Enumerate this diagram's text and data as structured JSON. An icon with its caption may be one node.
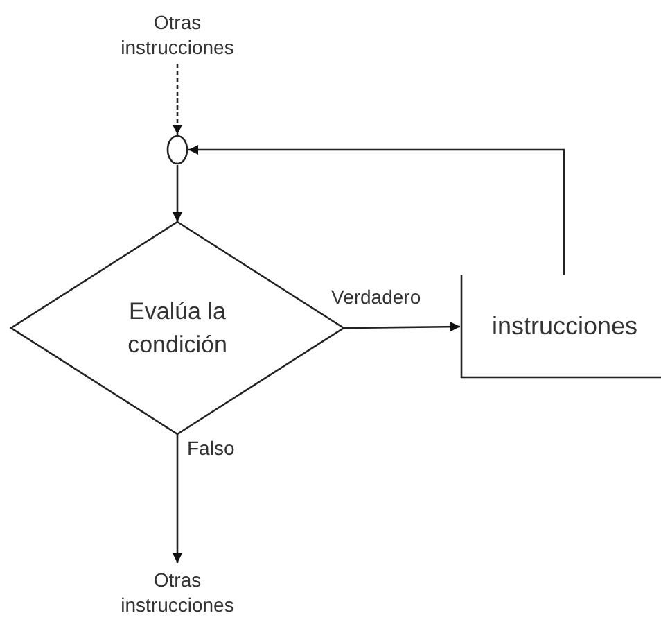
{
  "diagram": {
    "nodes": [
      {
        "text": [
          "Otras instrucciones"
        ]
      },
      {
        "text": [],
        "shape": "circle"
      },
      {
        "text": [
          "Evalúa la condición"
        ]
      },
      {
        "text": [
          "instrucciones"
        ]
      },
      {
        "text": [
          "Otras instrucciones"
        ]
      }
    ],
    "edges": [
      {
        "from": 0,
        "to": 1,
        "arrow": "to",
        "style": "dashed"
      },
      {
        "from": 1,
        "to": 2,
        "arrow": "to"
      },
      {
        "from": 2,
        "to": 3,
        "arrow": "to",
        "label": "Verdadero"
      },
      {
        "from": 3,
        "to": 1,
        "arrow": "to"
      },
      {
        "from": 2,
        "to": 4,
        "arrow": "to",
        "label": "Falso"
      }
    ]
  }
}
